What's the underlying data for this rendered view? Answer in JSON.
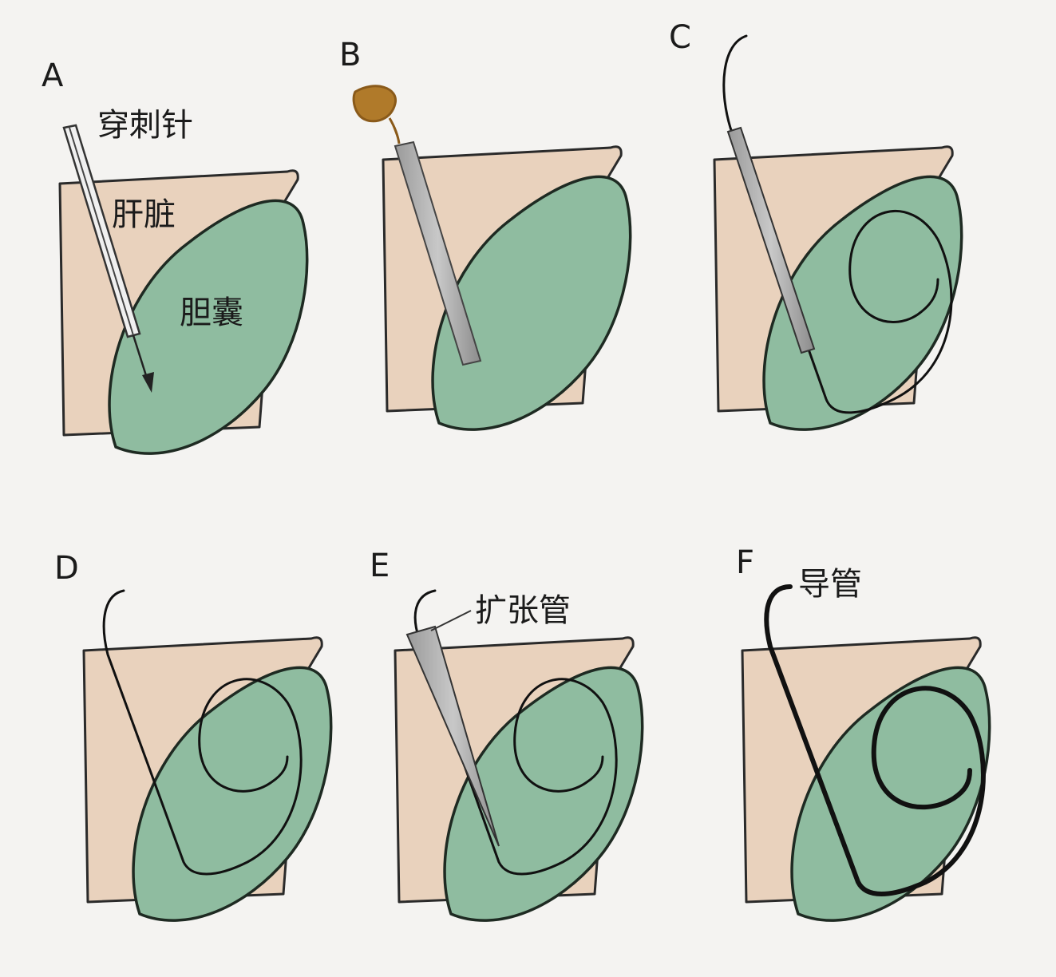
{
  "panels": [
    {
      "letter": "A",
      "labels": {
        "needle": "穿刺针",
        "liver": "肝脏",
        "gallbladder": "胆囊"
      }
    },
    {
      "letter": "B"
    },
    {
      "letter": "C"
    },
    {
      "letter": "D"
    },
    {
      "letter": "E",
      "labels": {
        "dilator": "扩张管"
      }
    },
    {
      "letter": "F",
      "labels": {
        "catheter": "导管"
      }
    }
  ],
  "colors": {
    "liver": "#e9d2bd",
    "gallbladder": "#8fbca0",
    "background": "#f4f3f1",
    "bile": "#b07a2a"
  }
}
